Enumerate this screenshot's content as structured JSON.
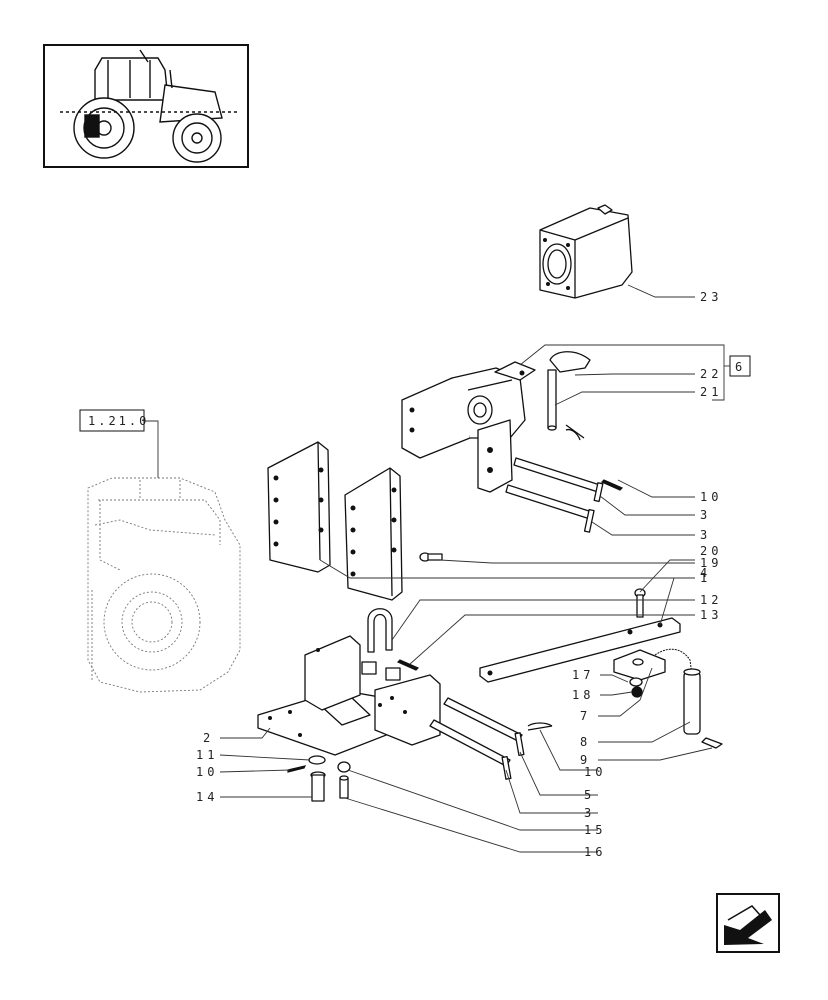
{
  "thumbnail": {
    "icon": "tractor-icon"
  },
  "references": {
    "top_group": "1.21.0",
    "side_group": "6"
  },
  "callouts": [
    {
      "id": "c23",
      "number": "23"
    },
    {
      "id": "c22",
      "number": "22"
    },
    {
      "id": "c21",
      "number": "21"
    },
    {
      "id": "c10a",
      "number": "10"
    },
    {
      "id": "c3a",
      "number": "3"
    },
    {
      "id": "c3b",
      "number": "3"
    },
    {
      "id": "c19",
      "number": "19"
    },
    {
      "id": "c1",
      "number": "1"
    },
    {
      "id": "c12",
      "number": "12"
    },
    {
      "id": "c13",
      "number": "13"
    },
    {
      "id": "c20",
      "number": "20"
    },
    {
      "id": "c4",
      "number": "4"
    },
    {
      "id": "c17",
      "number": "17"
    },
    {
      "id": "c18",
      "number": "18"
    },
    {
      "id": "c7",
      "number": "7"
    },
    {
      "id": "c8",
      "number": "8"
    },
    {
      "id": "c9",
      "number": "9"
    },
    {
      "id": "c2",
      "number": "2"
    },
    {
      "id": "c11",
      "number": "11"
    },
    {
      "id": "c10b",
      "number": "10"
    },
    {
      "id": "c14",
      "number": "14"
    },
    {
      "id": "c10c",
      "number": "10"
    },
    {
      "id": "c5",
      "number": "5"
    },
    {
      "id": "c3c",
      "number": "3"
    },
    {
      "id": "c15",
      "number": "15"
    },
    {
      "id": "c16",
      "number": "16"
    }
  ],
  "nav": {
    "icon": "back-arrow-icon"
  }
}
